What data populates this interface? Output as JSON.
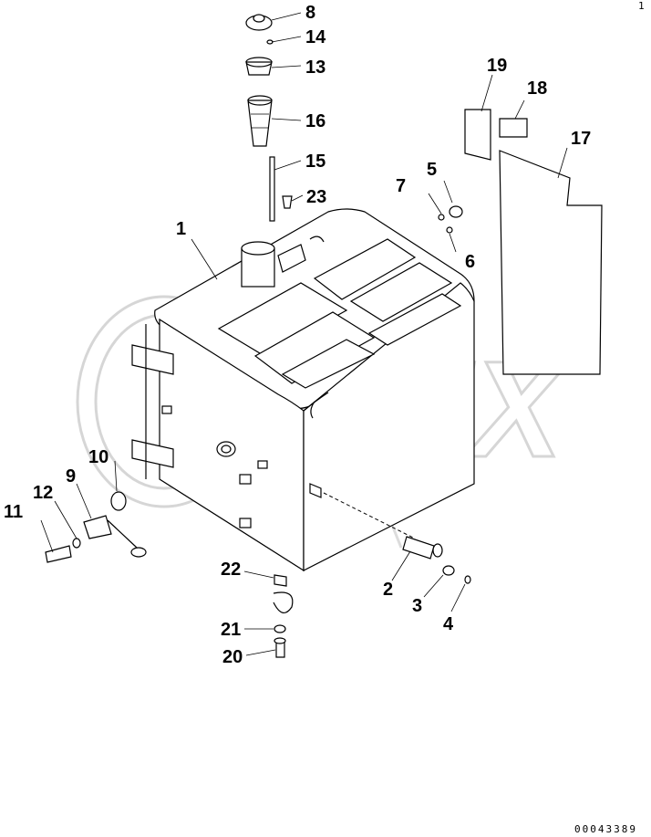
{
  "diagram": {
    "watermark": "OPEX",
    "drawing_code": "00043389",
    "corner_mark": "1",
    "callouts": [
      "1",
      "2",
      "3",
      "4",
      "5",
      "6",
      "7",
      "8",
      "9",
      "10",
      "11",
      "12",
      "13",
      "14",
      "15",
      "16",
      "17",
      "18",
      "19",
      "20",
      "21",
      "22",
      "23"
    ]
  }
}
